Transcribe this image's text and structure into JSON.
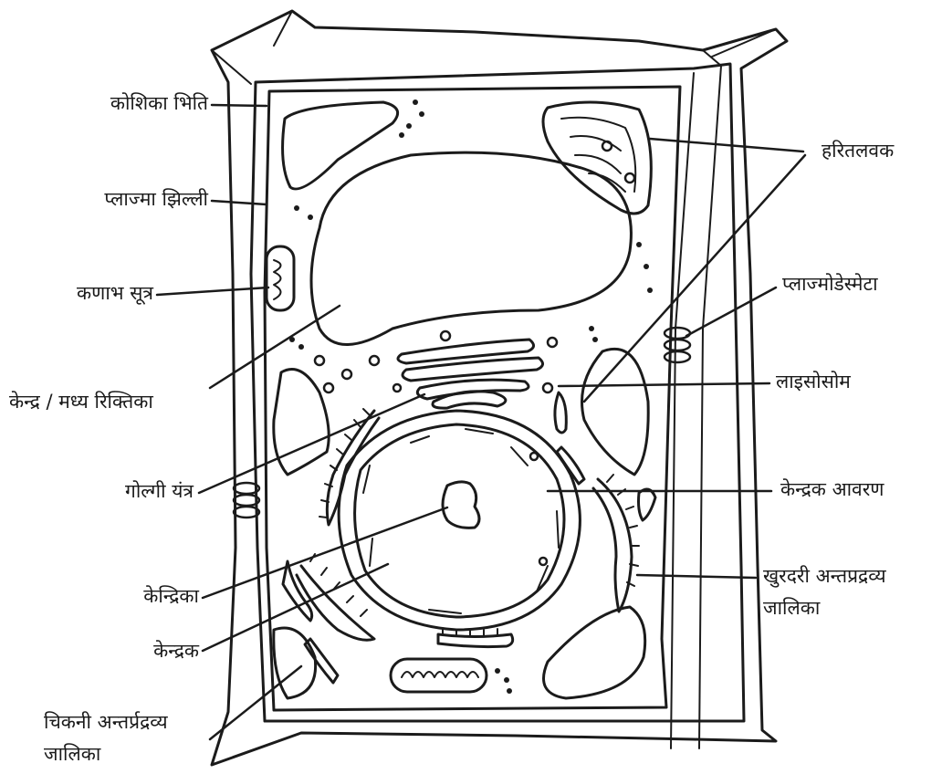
{
  "diagram": {
    "labels": {
      "cell_wall": "कोशिका भिति",
      "plasma_membrane": "प्लाज्मा झिल्ली",
      "mitochondria": "कणाभ सूत्र",
      "central_vacuole": "केन्द्र / मध्य रिक्तिका",
      "golgi": "गोल्गी यंत्र",
      "nucleolus": "केन्द्रिका",
      "nucleus": "केन्द्रक",
      "smooth_er_line1": "चिकनी अन्तर्प्रद्रव्य",
      "smooth_er_line2": "जालिका",
      "chloroplast": "हरितलवक",
      "plasmodesmata": "प्लाज्मोडेस्मेटा",
      "lysosome": "लाइसोसोम",
      "nuclear_envelope": "केन्द्रक आवरण",
      "rough_er_line1": "खुरदरी अन्तप्रद्रव्य",
      "rough_er_line2": "जालिका"
    }
  }
}
